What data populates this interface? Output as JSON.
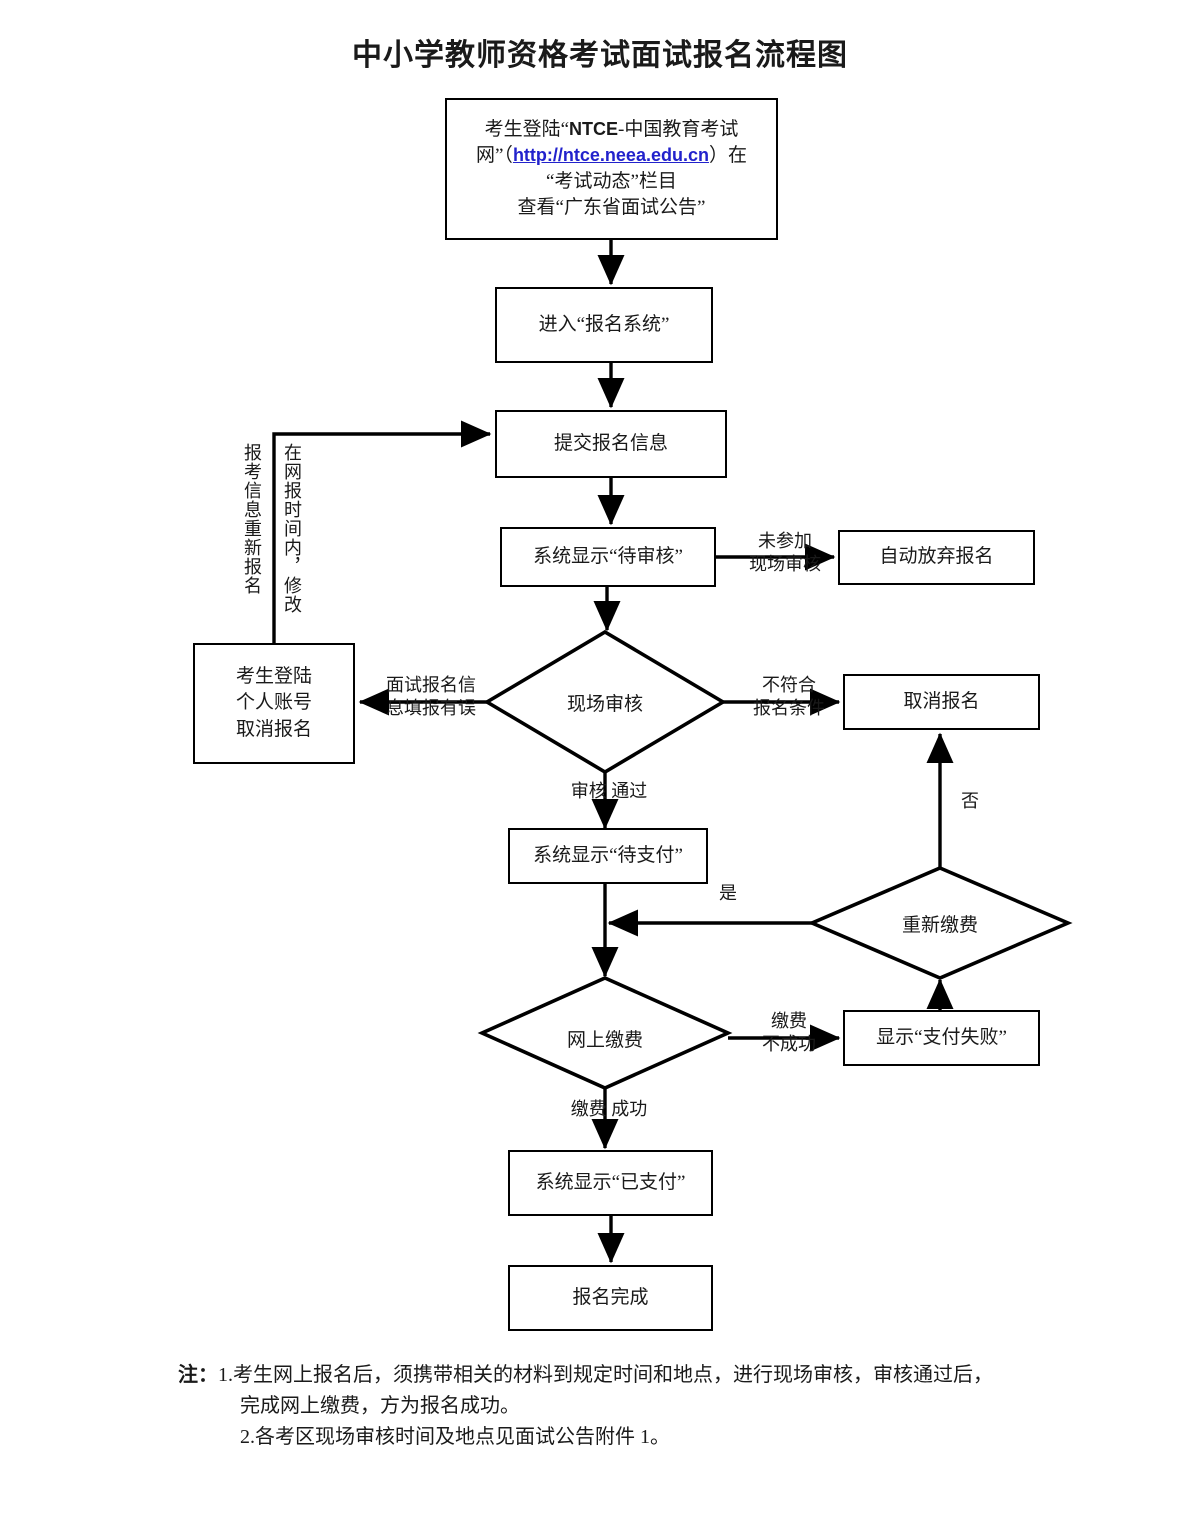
{
  "page": {
    "title": "中小学教师资格考试面试报名流程图",
    "background": "#ffffff",
    "line_color": "#000000",
    "link_color": "#2222cc"
  },
  "nodes": {
    "start": {
      "shape": "rect",
      "line1_pre": "考生登陆“",
      "line1_en": "NTCE",
      "line1_mid": "-中国教育考试",
      "line2_pre": "网”（",
      "line2_url": "http://ntce.neea.edu.cn",
      "line2_post": "）在",
      "line3": "“考试动态”栏目",
      "line4": "查看“广东省面试公告”"
    },
    "enter_system": {
      "shape": "rect",
      "label": "进入“报名系统”"
    },
    "submit_info": {
      "shape": "rect",
      "label": "提交报名信息"
    },
    "pending_review": {
      "shape": "rect",
      "label": "系统显示“待审核”"
    },
    "auto_abandon": {
      "shape": "rect",
      "label": "自动放弃报名"
    },
    "onsite_review": {
      "shape": "diamond",
      "label": "现场审核"
    },
    "cancel_registration": {
      "shape": "rect",
      "label": "取消报名"
    },
    "login_cancel": {
      "shape": "rect",
      "label": "考生登陆\n个人账号\n取消报名"
    },
    "pending_payment": {
      "shape": "rect",
      "label": "系统显示“待支付”"
    },
    "repay": {
      "shape": "diamond",
      "label": "重新缴费"
    },
    "online_payment": {
      "shape": "diamond",
      "label": "网上缴费"
    },
    "payment_failed": {
      "shape": "rect",
      "label": "显示“支付失败”"
    },
    "paid": {
      "shape": "rect",
      "label": "系统显示“已支付”"
    },
    "complete": {
      "shape": "rect",
      "label": "报名完成"
    }
  },
  "edge_labels": {
    "not_attend_onsite": "未参加\n现场审核",
    "not_qualified": "不符合\n报名条件",
    "info_error": "面试报名信\n息填报有误",
    "review_passed": "审核  通过",
    "repay_yes": "是",
    "repay_no": "否",
    "payment_failed_label": "缴费\n不成功",
    "payment_success": "缴费  成功"
  },
  "vertical_labels": {
    "outer": "报考信息重新报名",
    "inner": "在网报时间内，修改"
  },
  "notes": {
    "lead": "注：",
    "item1_num": "1.",
    "item1_line1": "考生网上报名后，须携带相关的材料到规定时间和地点，进行现场审核，审核通过后，",
    "item1_line2": "完成网上缴费，方为报名成功。",
    "item2": "2.各考区现场审核时间及地点见面试公告附件 1。"
  }
}
